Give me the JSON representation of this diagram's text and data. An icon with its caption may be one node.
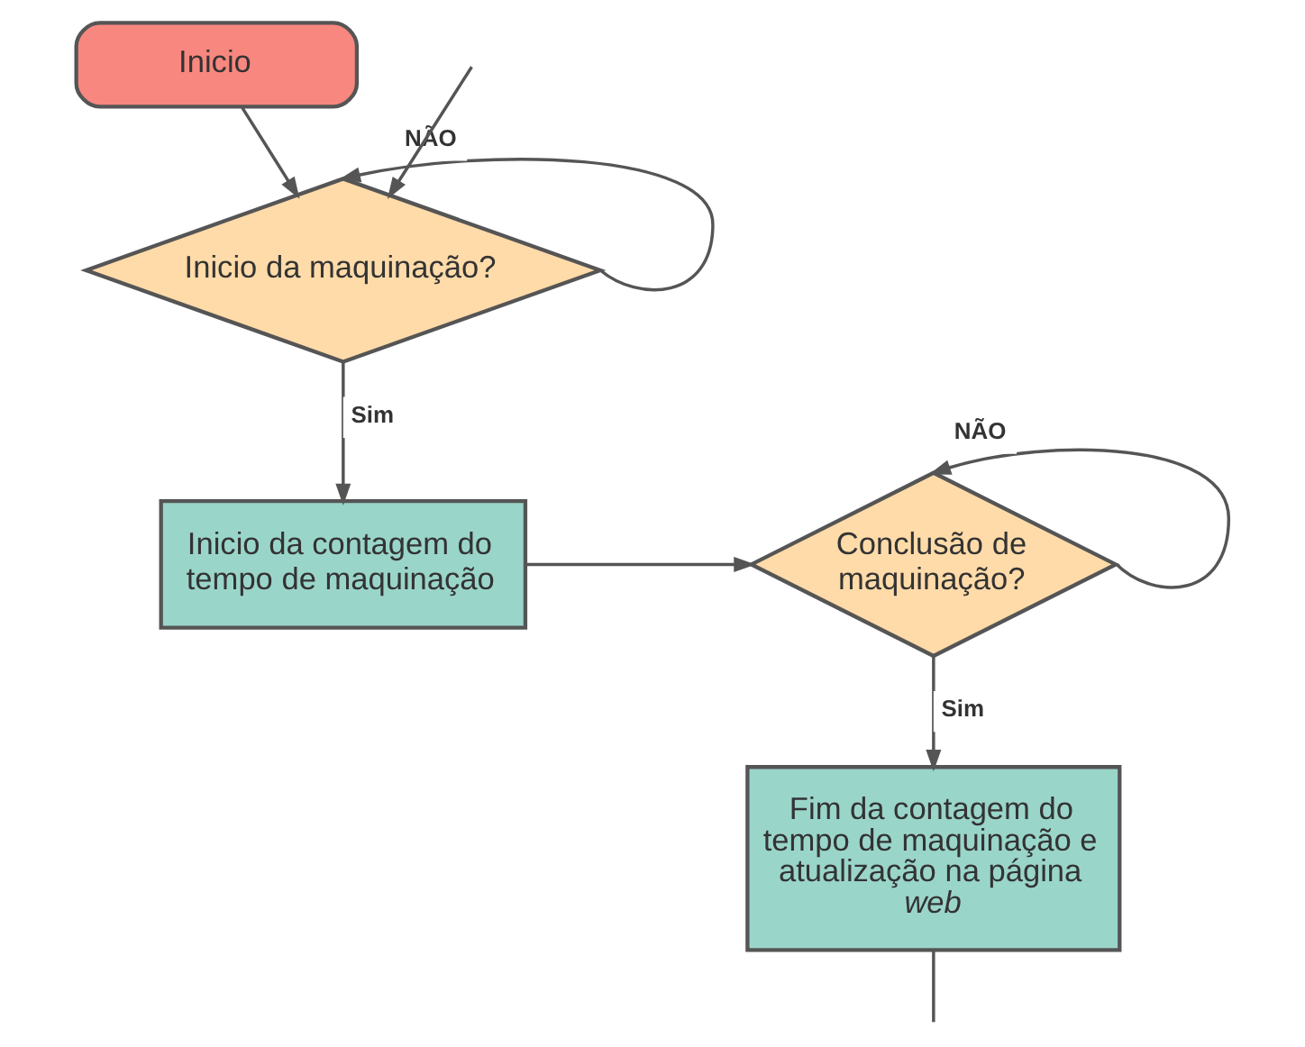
{
  "diagram": {
    "nodes": [
      {
        "text": [
          "Inicio"
        ]
      },
      {
        "text": [
          "Inicio da maquinação?"
        ]
      },
      {
        "text": [
          "Inicio da contagem do tempo de maquinação"
        ]
      },
      {
        "text": [
          "Conclusão de maquinação?"
        ]
      },
      {
        "text": [
          "Fim da contagem do tempo de maquinação e atualização na página *web*"
        ]
      }
    ],
    "edges": [
      {
        "from": 0,
        "to": 1,
        "arrow": "to"
      },
      {
        "from": 1,
        "to": 1,
        "arrow": "to",
        "label": "NÃO"
      },
      {
        "from": 1,
        "to": 2,
        "arrow": "to",
        "label": "Sim"
      },
      {
        "from": 2,
        "to": 3,
        "arrow": "to"
      },
      {
        "from": 3,
        "to": 3,
        "arrow": "to",
        "label": "NÃO"
      },
      {
        "from": 3,
        "to": 4,
        "arrow": "to",
        "label": "Sim"
      },
      {
        "from": 4,
        "to": null,
        "arrow": "none"
      },
      {
        "from": null,
        "to": 1,
        "arrow": "to"
      }
    ]
  }
}
